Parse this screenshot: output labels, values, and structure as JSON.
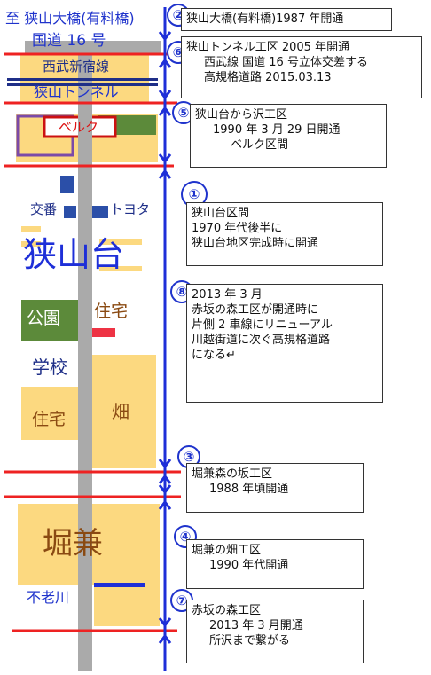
{
  "top_labels": {
    "to_bridge": "至 狭山大橋(有料橋)",
    "route16": "国道 16 号"
  },
  "map_labels": {
    "seibu_line": "西武新宿線",
    "tunnel": "狭山トンネル",
    "belc": "ベルク",
    "koban": "交番",
    "toyota": "トヨタ",
    "sayamadai": "狭山台",
    "park": "公園",
    "housing_1": "住宅",
    "school": "学校",
    "housing_2": "住宅",
    "field": "畑",
    "horikane": "堀兼",
    "furokawa": "不老川"
  },
  "sections": [
    {
      "num": "②",
      "lines": [
        "狭山大橋(有料橋)1987 年開通"
      ]
    },
    {
      "num": "⑥",
      "lines": [
        "狭山トンネル工区 2005 年開通",
        "西武線 国道 16 号立体交差する",
        "高規格道路 2015.03.13"
      ]
    },
    {
      "num": "⑤",
      "lines": [
        "狭山台から沢工区",
        "1990 年 3 月 29 日開通",
        "ベルク区間"
      ]
    },
    {
      "num": "①",
      "lines": [
        "狭山台区間",
        "1970 年代後半に",
        "狭山台地区完成時に開通"
      ]
    },
    {
      "num": "⑧",
      "lines": [
        "2013 年 3 月",
        "赤坂の森工区が開通時に",
        "片側 2 車線にリニューアル",
        "川越街道に次ぐ高規格道路",
        "になる↵"
      ]
    },
    {
      "num": "③",
      "lines": [
        "堀兼森の坂工区",
        "1988 年頃開通"
      ]
    },
    {
      "num": "④",
      "lines": [
        "堀兼の畑工区",
        "1990 年代開通"
      ]
    },
    {
      "num": "⑦",
      "lines": [
        "赤坂の森工区",
        "2013 年 3 月開通",
        "所沢まで繋がる"
      ]
    }
  ]
}
